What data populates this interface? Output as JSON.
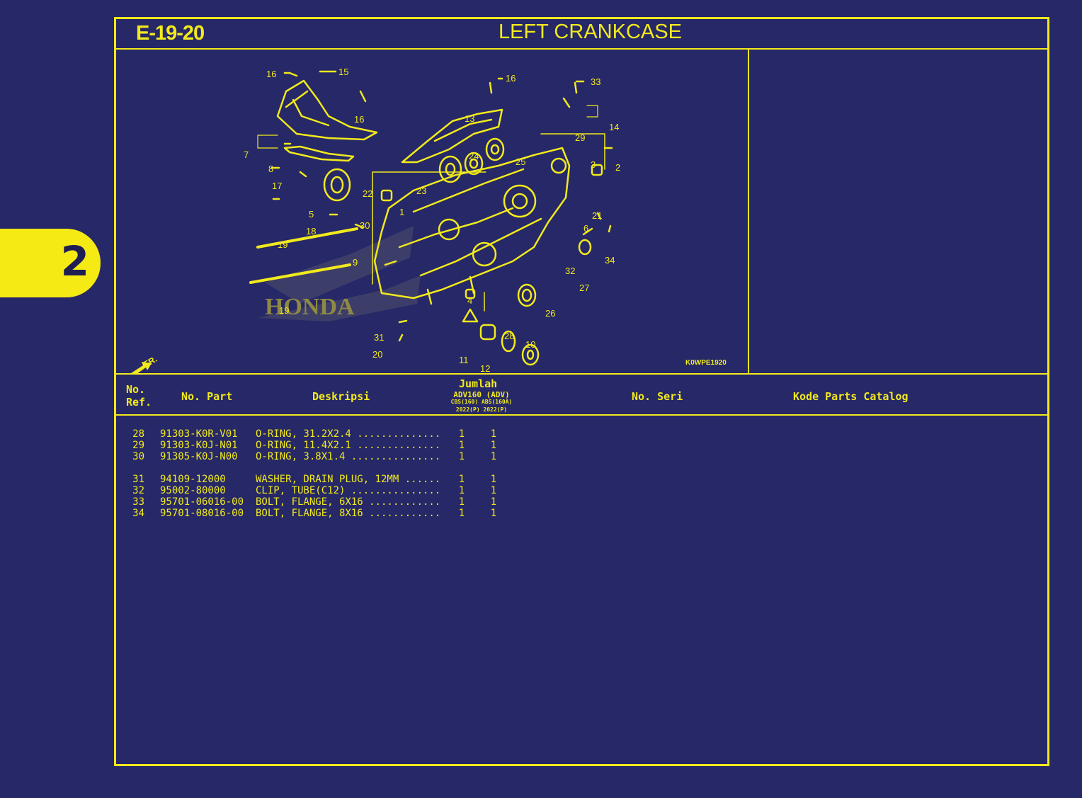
{
  "side_tab": {
    "label": "2"
  },
  "header": {
    "code": "E-19-20",
    "title": "LEFT CRANKCASE"
  },
  "diagram": {
    "ref_code": "K0WPE1920",
    "watermark": "HONDA",
    "direction_label": "FR.",
    "callouts": [
      "1",
      "2",
      "3",
      "4",
      "5",
      "6",
      "7",
      "8",
      "9",
      "10",
      "11",
      "12",
      "13",
      "14",
      "15",
      "16",
      "16",
      "16",
      "17",
      "18",
      "19",
      "19",
      "20",
      "21",
      "22",
      "23",
      "24",
      "25",
      "26",
      "27",
      "28",
      "29",
      "30",
      "31",
      "32",
      "33",
      "34"
    ]
  },
  "table": {
    "headers": {
      "no_ref": [
        "No.",
        "Ref."
      ],
      "no_part": "No. Part",
      "deskripsi": "Deskripsi",
      "jumlah": "Jumlah",
      "jumlah_model": "ADV160 (ADV)",
      "jumlah_variants": "CBS(160) ABS(160A)",
      "jumlah_years": "2022(P)   2022(P)",
      "no_seri": "No. Seri",
      "kode": "Kode Parts Catalog"
    },
    "rows": [
      {
        "ref": "28",
        "part": "91303-K0R-V01",
        "desc": "O-RING, 31.2X2.4 ..............",
        "q1": "1",
        "q2": "1"
      },
      {
        "ref": "29",
        "part": "91303-K0J-N01",
        "desc": "O-RING, 11.4X2.1 ..............",
        "q1": "1",
        "q2": "1"
      },
      {
        "ref": "30",
        "part": "91305-K0J-N00",
        "desc": "O-RING, 3.8X1.4 ...............",
        "q1": "1",
        "q2": "1"
      },
      {
        "ref": "31",
        "part": "94109-12000",
        "desc": "WASHER, DRAIN PLUG, 12MM ......",
        "q1": "1",
        "q2": "1"
      },
      {
        "ref": "32",
        "part": "95002-80000",
        "desc": "CLIP, TUBE(C12) ...............",
        "q1": "1",
        "q2": "1"
      },
      {
        "ref": "33",
        "part": "95701-06016-00",
        "desc": "BOLT, FLANGE, 6X16 ............",
        "q1": "1",
        "q2": "1"
      },
      {
        "ref": "34",
        "part": "95701-08016-00",
        "desc": "BOLT, FLANGE, 8X16 ............",
        "q1": "1",
        "q2": "1"
      }
    ]
  },
  "colors": {
    "background": "#262867",
    "line": "#f2ea1c",
    "tab": "#f5ea14"
  }
}
